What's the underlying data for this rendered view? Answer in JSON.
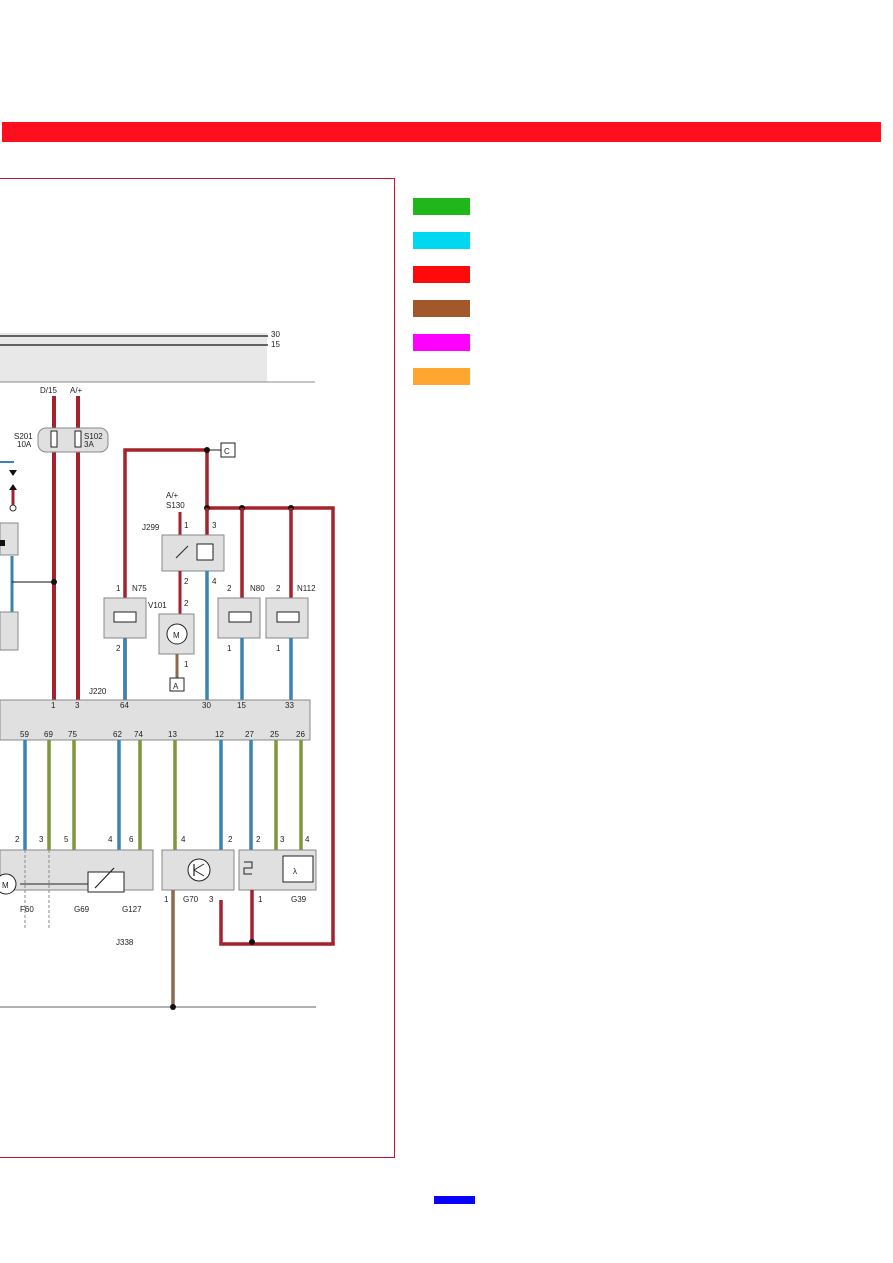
{
  "colors": {
    "band": "#ff0e1e",
    "frame": "#c8102e",
    "wire_red": "#a3222b",
    "wire_blue": "#3a84b4",
    "wire_green": "#7f963c",
    "wire_brown": "#8c6b4c",
    "page_marker": "#0a00ff"
  },
  "legend": [
    {
      "color": "#1fb71a"
    },
    {
      "color": "#00d8f2"
    },
    {
      "color": "#ff0a0a"
    },
    {
      "color": "#a3582a"
    },
    {
      "color": "#ff00ff"
    },
    {
      "color": "#ffa630"
    }
  ],
  "diagram": {
    "bus_30": "30",
    "bus_15": "15",
    "feed_d15": "D/15",
    "feed_a": "A/+",
    "fuse_s201": "S201",
    "fuse_s201_rating": "10A",
    "fuse_s102": "S102",
    "fuse_s102_rating": "3A",
    "connector_c": "C",
    "connector_a": "A",
    "relay_feed": "A/+",
    "relay_fuse": "S130",
    "relay_j299": "J299",
    "valve_n75": "N75",
    "valve_n80": "N80",
    "valve_n112": "N112",
    "motor_v101": "V101",
    "motor_symbol": "M",
    "ecu_j220": "J220",
    "throttle_j338": "J338",
    "sensor_f60": "F60",
    "sensor_g69": "G69",
    "sensor_g127": "G127",
    "sensor_g70": "G70",
    "sensor_g39": "G39",
    "lambda_symbol": "λ",
    "ecu_top_pins": [
      "1",
      "3",
      "64",
      "30",
      "15",
      "33"
    ],
    "ecu_bottom_pins": [
      "59",
      "69",
      "75",
      "62",
      "74",
      "13",
      "12",
      "27",
      "25",
      "26"
    ],
    "pin_labels": {
      "p1": "1",
      "p2": "2",
      "p3": "3",
      "p4": "4",
      "p5": "5",
      "p6": "6"
    }
  }
}
